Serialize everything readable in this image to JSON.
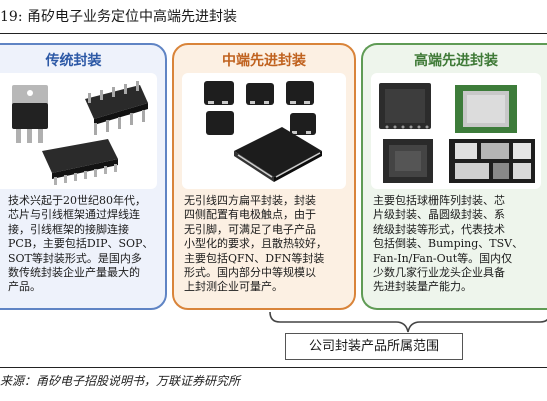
{
  "figure": {
    "title": "19:  甬矽电子业务定位中高端先进封装",
    "source": "来源：甬矽电子招股说明书，万联证券研究所"
  },
  "panels": {
    "traditional": {
      "title": "传统封装",
      "desc": "技术兴起于20世纪80年代，\n芯片与引线框架通过焊线连\n接，引线框架的接脚连接\nPCB，主要包括DIP、SOP、\nSOT等封装形式。是国内多\n数传统封装企业产量最大的\n产品。"
    },
    "mid": {
      "title": "中端先进封装",
      "desc": "无引线四方扁平封装，封装\n四侧配置有电极触点，由于\n无引脚，可满足了电子产品\n小型化的要求，且散热较好，\n主要包括QFN、DFN等封装\n形式。国内部分中等规模以\n上封测企业可量产。"
    },
    "high": {
      "title": "高端先进封装",
      "desc": "主要包括球栅阵列封装、芯\n片级封装、晶圆级封装、系\n统级封装等形式，代表技术\n包括倒装、Bumping、TSV、\nFan-In/Fan-Out等。国内仅\n少数几家行业龙头企业具备\n先进封装量产能力。"
    }
  },
  "scope_label": "公司封装产品所属范围",
  "colors": {
    "traditional": "#5f84c4",
    "mid": "#d9843a",
    "high": "#5f9b55"
  }
}
